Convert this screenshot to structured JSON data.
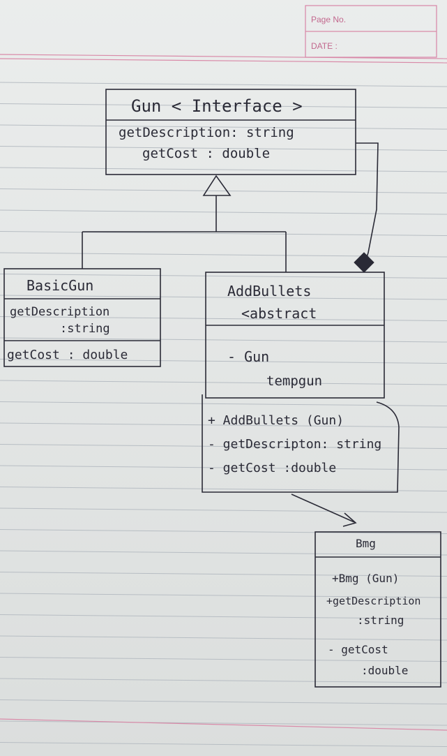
{
  "page_header": {
    "page_no_label": "Page No.",
    "date_label": "DATE :"
  },
  "classes": {
    "gun_interface": {
      "title": "Gun < Interface >",
      "methods": [
        "getDescription: string",
        "getCost : double"
      ]
    },
    "basic_gun": {
      "title": "BasicGun",
      "methods": [
        "getDescription",
        ":string",
        "getCost : double"
      ]
    },
    "add_bullets": {
      "title": "AddBullets",
      "stereotype": "<abstract",
      "fields": [
        "- Gun",
        "tempgun"
      ],
      "methods": [
        "+ AddBullets (Gun)",
        "- getDescripton: string",
        "- getCost :double"
      ]
    },
    "bmg": {
      "title": "Bmg",
      "methods": [
        "+Bmg (Gun)",
        "+getDescription",
        ":string",
        "- getCost",
        ":double"
      ]
    }
  },
  "colors": {
    "ink": "#2a2a36",
    "ruled_line": "#b7bdc3",
    "margin_pink": "#d98aa8",
    "paper": "#e4e7e6"
  }
}
